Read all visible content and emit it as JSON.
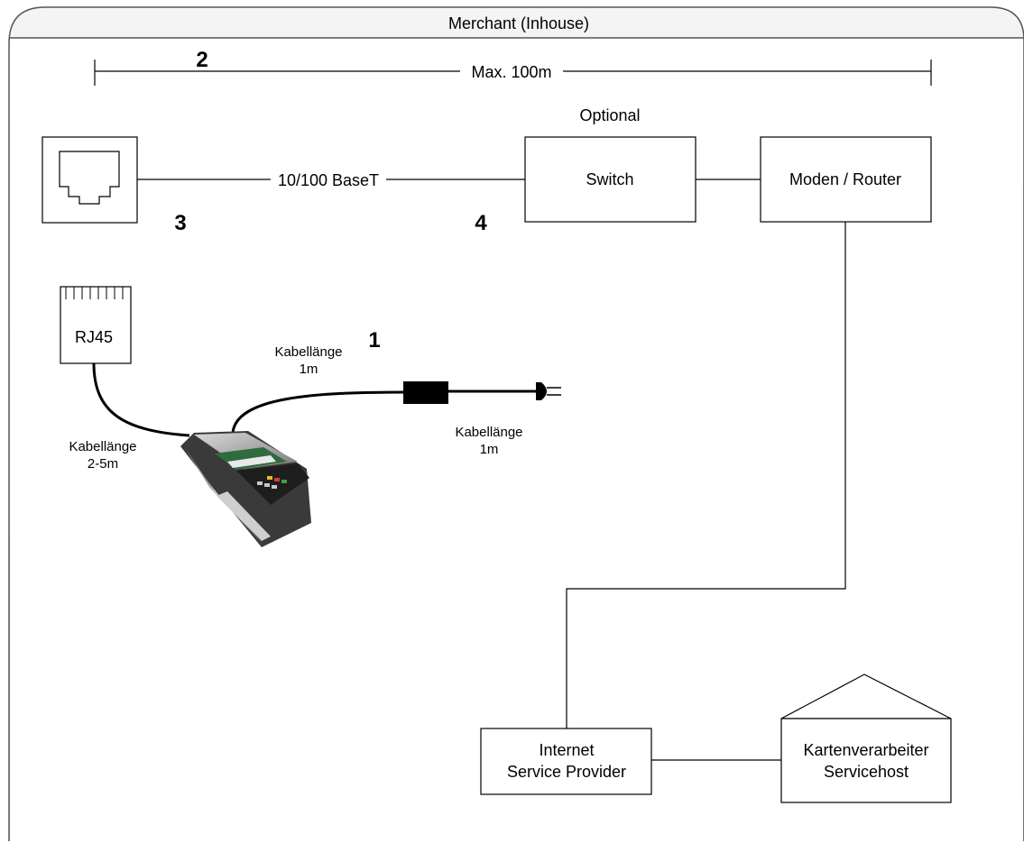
{
  "container": {
    "title": "Merchant (Inhouse)"
  },
  "colors": {
    "marker": "#a0413a",
    "line": "#000000",
    "header_fill": "#e6e6e6"
  },
  "markers": {
    "m1": "1",
    "m2": "2",
    "m3": "3",
    "m4": "4"
  },
  "distance": {
    "label": "Max. 100m"
  },
  "optional_label": "Optional",
  "nodes": {
    "switch": "Switch",
    "router": "Moden / Router",
    "rj45": "RJ45",
    "isp": {
      "line1": "Internet",
      "line2": "Service Provider"
    },
    "processor": {
      "line1": "Kartenverarbeiter",
      "line2": "Servicehost"
    }
  },
  "links": {
    "ethernet": "10/100 BaseT"
  },
  "cables": {
    "upper": {
      "line1": "Kabellänge",
      "line2": "1m"
    },
    "power": {
      "line1": "Kabellänge",
      "line2": "1m"
    },
    "network": {
      "line1": "Kabellänge",
      "line2": "2-5m"
    }
  },
  "icons": {
    "wall_socket": "rj45-wall-socket-icon",
    "rj45_plug": "rj45-plug-icon",
    "terminal": "payment-terminal-icon",
    "adapter": "power-adapter-icon",
    "plug": "power-plug-icon"
  }
}
